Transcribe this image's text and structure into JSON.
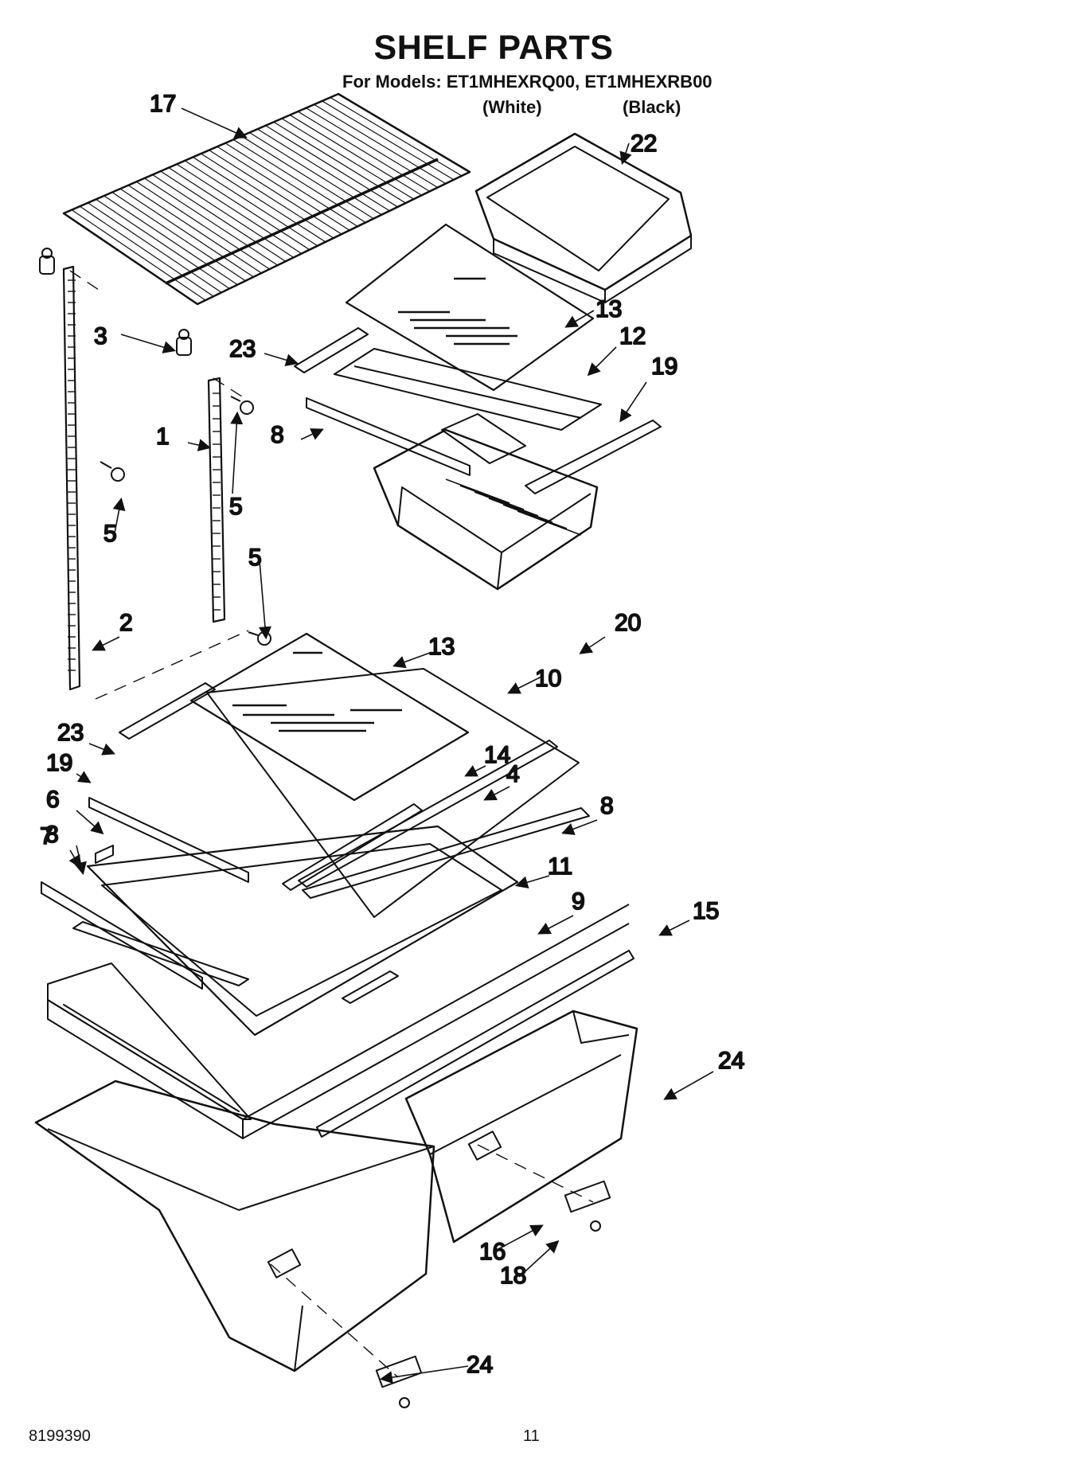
{
  "header": {
    "title": "SHELF PARTS",
    "models": "For Models: ET1MHEXRQ00, ET1MHEXRB00",
    "variant_white": "(White)",
    "variant_black": "(Black)"
  },
  "callouts": [
    "17",
    "22",
    "3",
    "13",
    "23",
    "12",
    "19",
    "1",
    "8",
    "5",
    "5",
    "5",
    "2",
    "20",
    "13",
    "10",
    "23",
    "14",
    "19",
    "4",
    "8",
    "6",
    "7",
    "11",
    "8",
    "9",
    "15",
    "24",
    "16",
    "18",
    "24"
  ],
  "footer": {
    "doc_number": "8199390",
    "page_number": "11"
  }
}
